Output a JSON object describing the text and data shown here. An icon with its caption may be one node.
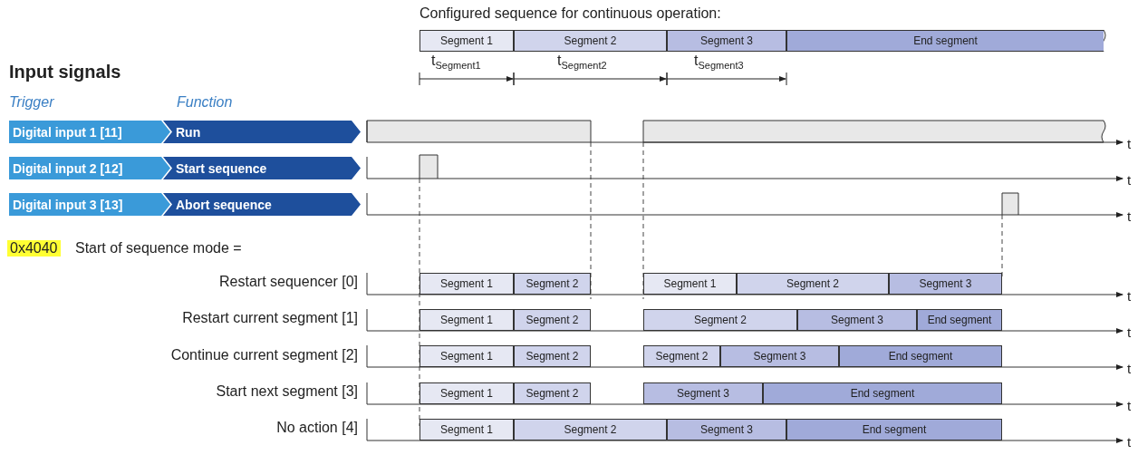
{
  "diagram": {
    "nodes": [
      {
        "text": [
          "Segment 1"
        ]
      },
      {
        "text": [
          "Segment 2"
        ]
      },
      {
        "text": [
          "Segment 3"
        ]
      },
      {
        "text": [
          "End segment"
        ]
      },
      {
        "text": [
          "Digital input 1 [11]"
        ]
      },
      {
        "text": [
          "Run"
        ]
      },
      {
        "text": [
          "Digital input 2 [12]"
        ]
      },
      {
        "text": [
          "Start sequence"
        ]
      },
      {
        "text": [
          "Digital input 3 [13]"
        ]
      },
      {
        "text": [
          "Abort sequence"
        ]
      },
      {
        "text": [
          "Segment 1"
        ]
      },
      {
        "text": [
          "Segment 2"
        ]
      },
      {
        "text": [
          "Segment 1"
        ]
      },
      {
        "text": [
          "Segment 2"
        ]
      },
      {
        "text": [
          "Segment 3"
        ]
      },
      {
        "text": [
          "Segment 1"
        ]
      },
      {
        "text": [
          "Segment 2"
        ]
      },
      {
        "text": [
          "Segment 2"
        ]
      },
      {
        "text": [
          "Segment 3"
        ]
      },
      {
        "text": [
          "End segment"
        ]
      },
      {
        "text": [
          "Segment 1"
        ]
      },
      {
        "text": [
          "Segment 2"
        ]
      },
      {
        "text": [
          "Segment 2"
        ]
      },
      {
        "text": [
          "Segment 3"
        ]
      },
      {
        "text": [
          "End segment"
        ]
      },
      {
        "text": [
          "Segment 1"
        ]
      },
      {
        "text": [
          "Segment 2"
        ]
      },
      {
        "text": [
          "Segment 3"
        ]
      },
      {
        "text": [
          "End segment"
        ]
      },
      {
        "text": [
          "Segment 1"
        ]
      },
      {
        "text": [
          "Segment 2"
        ]
      },
      {
        "text": [
          "Segment 3"
        ]
      },
      {
        "text": [
          "End segment"
        ]
      }
    ],
    "labels": [
      "Configured sequence for continuous operation:",
      "t$_{Segment1}$",
      "t$_{Segment2}$",
      "t$_{Segment3}$",
      "Input signals",
      "Trigger",
      "Function",
      "t",
      "t",
      "t",
      "0x4040",
      "Start of sequence mode =",
      "Restart sequencer [0]",
      "t",
      "Restart current segment [1]",
      "t",
      "Continue current segment [2]",
      "t",
      "Start next segment [3]",
      "t",
      "No action [4]",
      "t"
    ]
  }
}
